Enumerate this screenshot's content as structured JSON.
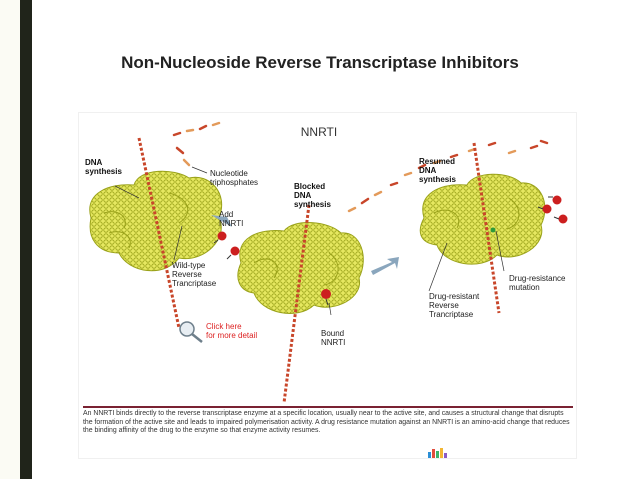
{
  "slide": {
    "title": "Non-Nucleoside Reverse Transcriptase Inhibitors"
  },
  "diagram": {
    "heading": "NNRTI",
    "labels": {
      "dna_synthesis_1": "DNA",
      "dna_synthesis_2": "synthesis",
      "nucleotide_1": "Nucleotide",
      "nucleotide_2": "triphosphates",
      "add_nnrti_1": "Add",
      "add_nnrti_2": "NNRTI",
      "wildtype_1": "Wild-type",
      "wildtype_2": "Reverse",
      "wildtype_3": "Trancriptase",
      "blocked_1": "Blocked",
      "blocked_2": "DNA",
      "blocked_3": "synthesis",
      "bound_1": "Bound",
      "bound_2": "NNRTI",
      "resumed_1": "Resumed",
      "resumed_2": "DNA",
      "resumed_3": "synthesis",
      "mutation_1": "Drug-resistance",
      "mutation_2": "mutation",
      "drugres_1": "Drug-resistant",
      "drugres_2": "Reverse",
      "drugres_3": "Trancriptase",
      "click_1": "Click here",
      "click_2": "for more detail"
    },
    "caption": "An NNRTI binds directly to the reverse transcriptase enzyme at a specific location, usually near to the active site, and causes a structural change that disrupts the formation of the active site and leads to impaired polymerisation activity. A drug resistance mutation against an NNRTI is an amino-acid change that reduces the binding affinity of the drug to the enzyme so that enzyme activity resumes.",
    "colors": {
      "enzyme_fill": "#e6e860",
      "enzyme_stroke": "#9aa21a",
      "dna": "#c8462a",
      "inhibitor": "#cc1f1f",
      "arrow": "#8aa6bd",
      "mutation": "#2e9b3a"
    }
  }
}
